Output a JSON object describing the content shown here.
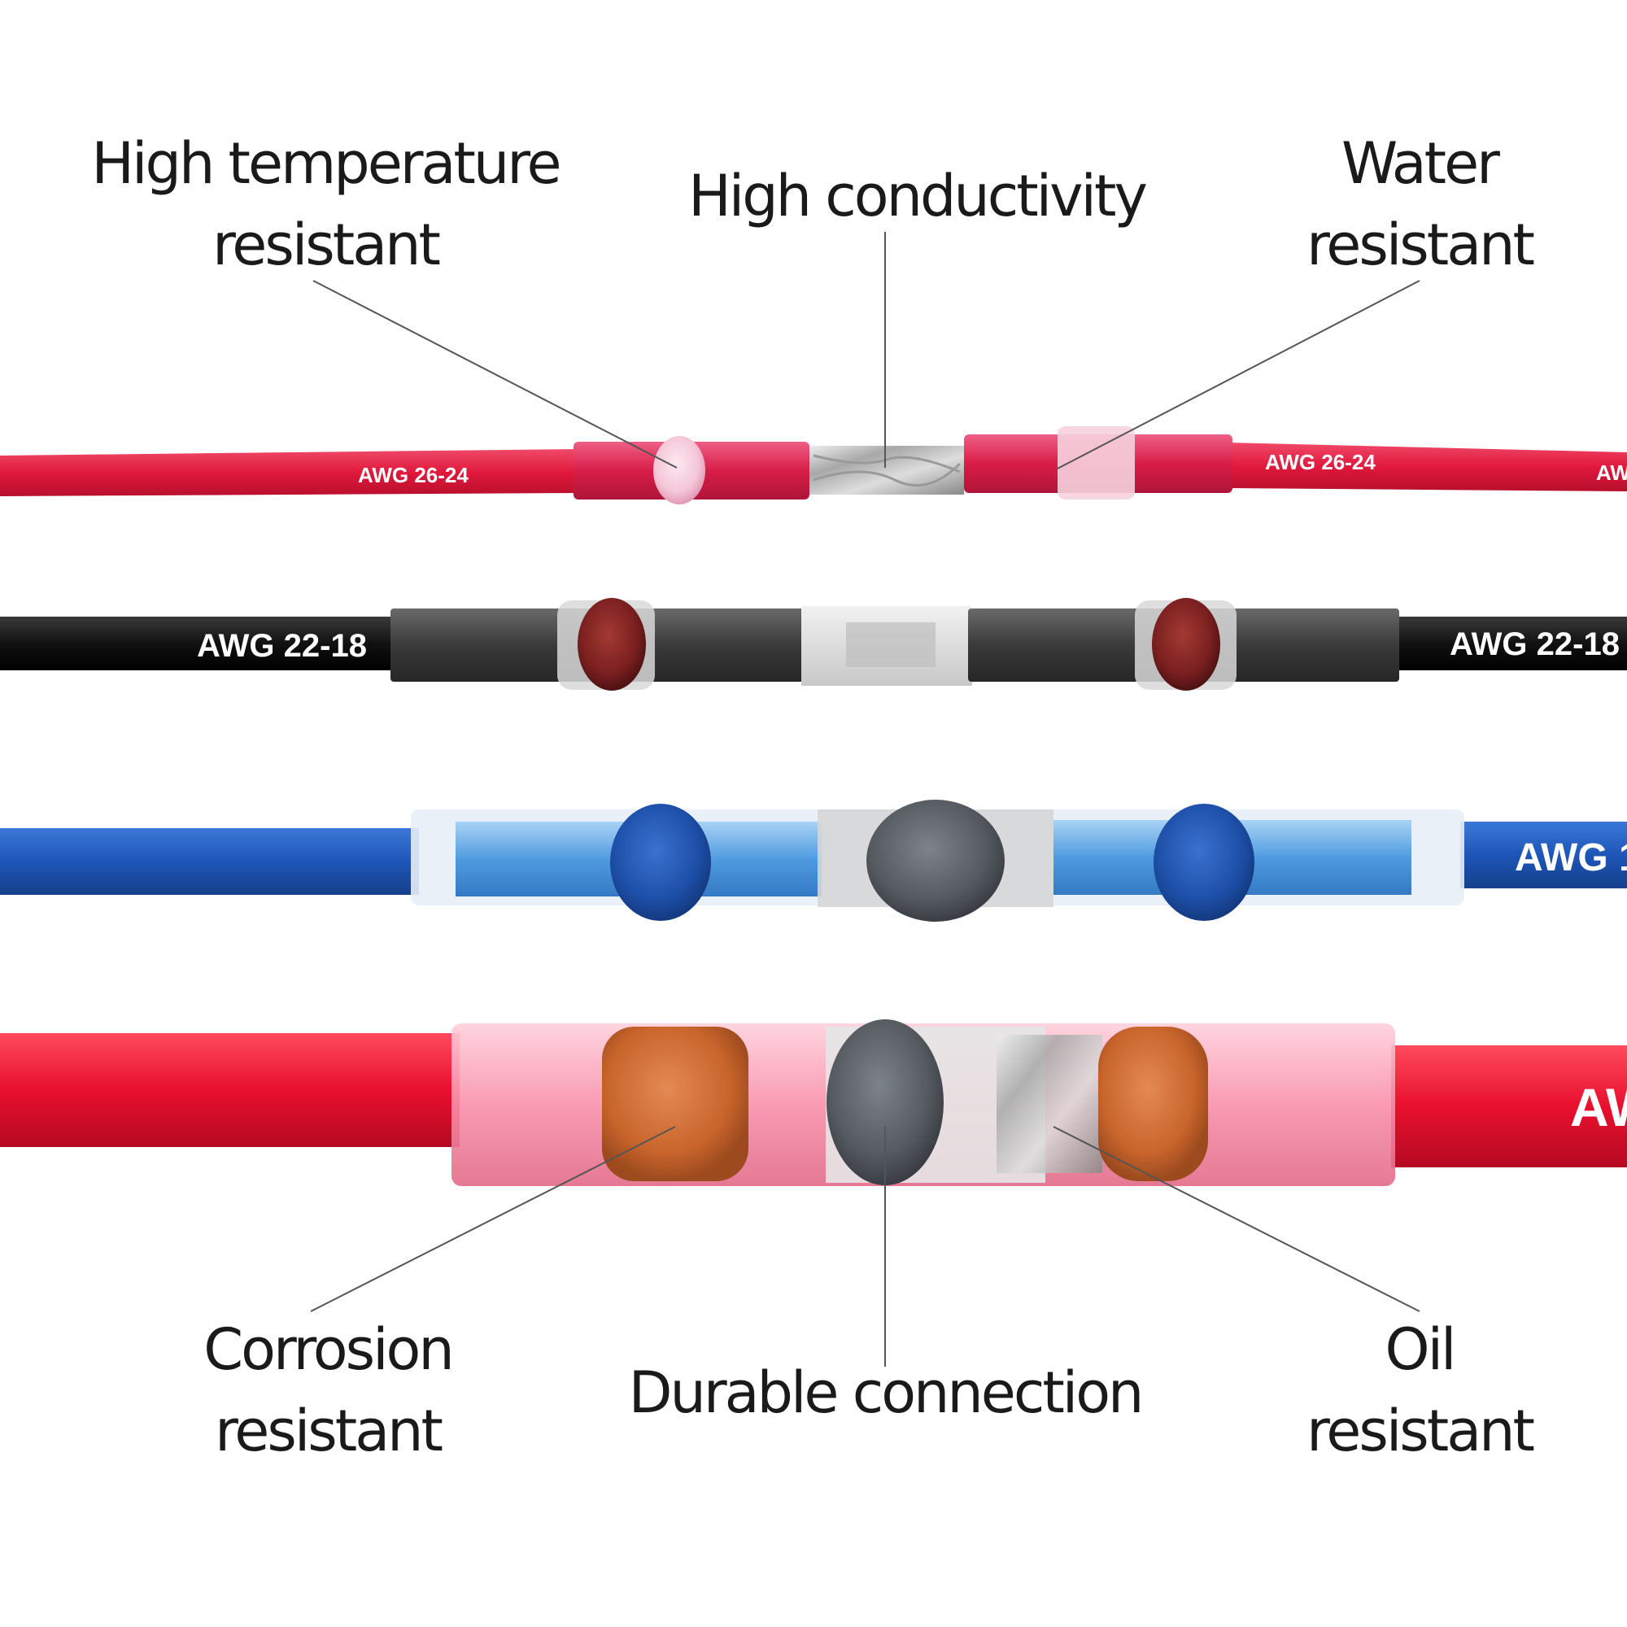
{
  "labels": {
    "high_temp": [
      "High temperature",
      "resistant"
    ],
    "high_conductivity": "High conductivity",
    "water": [
      "Water",
      "resistant"
    ],
    "corrosion": [
      "Corrosion",
      "resistant"
    ],
    "durable": "Durable connection",
    "oil": [
      "Oil",
      "resistant"
    ]
  },
  "wires": [
    {
      "name": "red-thin",
      "color": "#e0183c",
      "markings": [
        "AWG 26-24",
        "AWG 26-24",
        "AW"
      ]
    },
    {
      "name": "black",
      "color": "#111111",
      "markings": [
        "AWG 22-18",
        "AWG 22-18"
      ]
    },
    {
      "name": "blue",
      "color": "#1e56b8",
      "markings": [
        "AWG 1"
      ]
    },
    {
      "name": "red-thick",
      "color": "#e8102e",
      "markings": [
        "AW"
      ]
    }
  ],
  "colors": {
    "red_sleeve": "#d81e48",
    "solder_seal_red_ring": "#f4c6d8",
    "black_sleeve": "#3a3a3a",
    "brown_ring": "#7a1f1f",
    "blue_sleeve": "#4f9be0",
    "blue_ring": "#1d4fa8",
    "gray_solder": "#555a60",
    "orange_ring": "#c8642c",
    "text": "#1a1a1a",
    "leader": "#555555"
  }
}
